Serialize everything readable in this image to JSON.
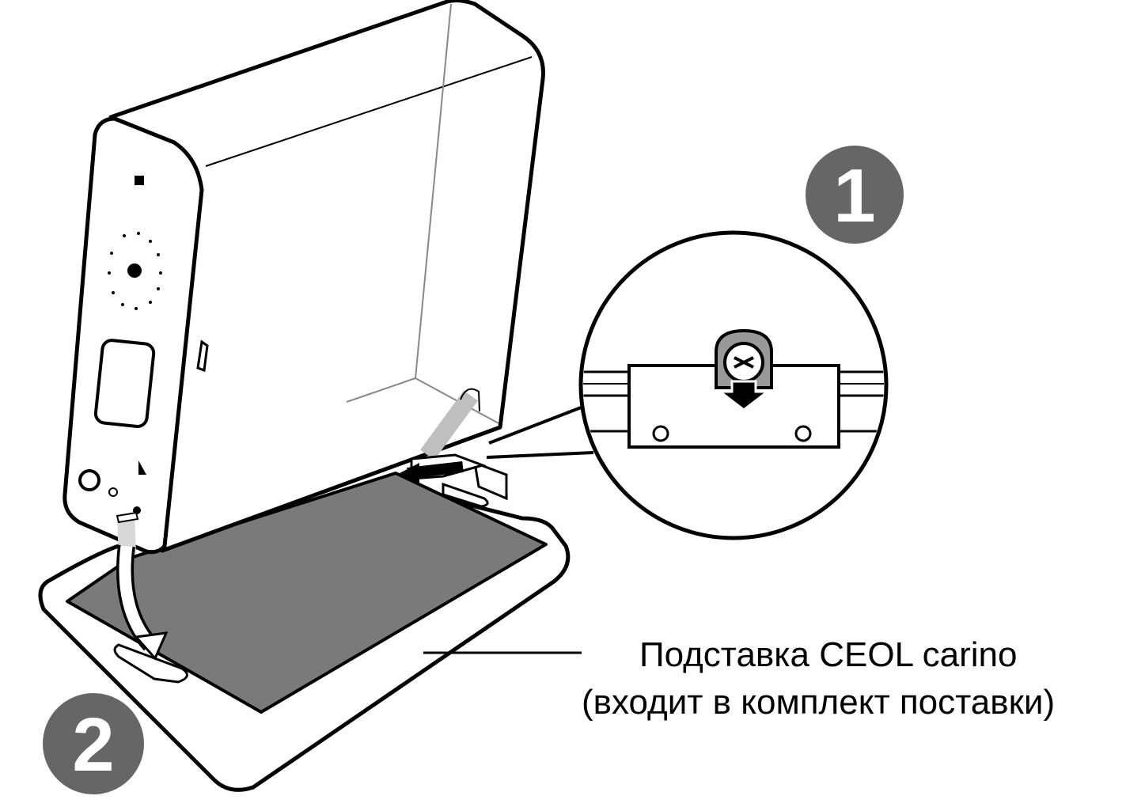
{
  "caption": {
    "line1": "Подставка CEOL carino",
    "line2": "(входит в комплект поставки)"
  },
  "steps": [
    "1",
    "2"
  ],
  "colors": {
    "badge": "#666666",
    "stand_surface": "#7a7a7a",
    "outline": "#000000",
    "highlight": "#bfbfbf"
  }
}
